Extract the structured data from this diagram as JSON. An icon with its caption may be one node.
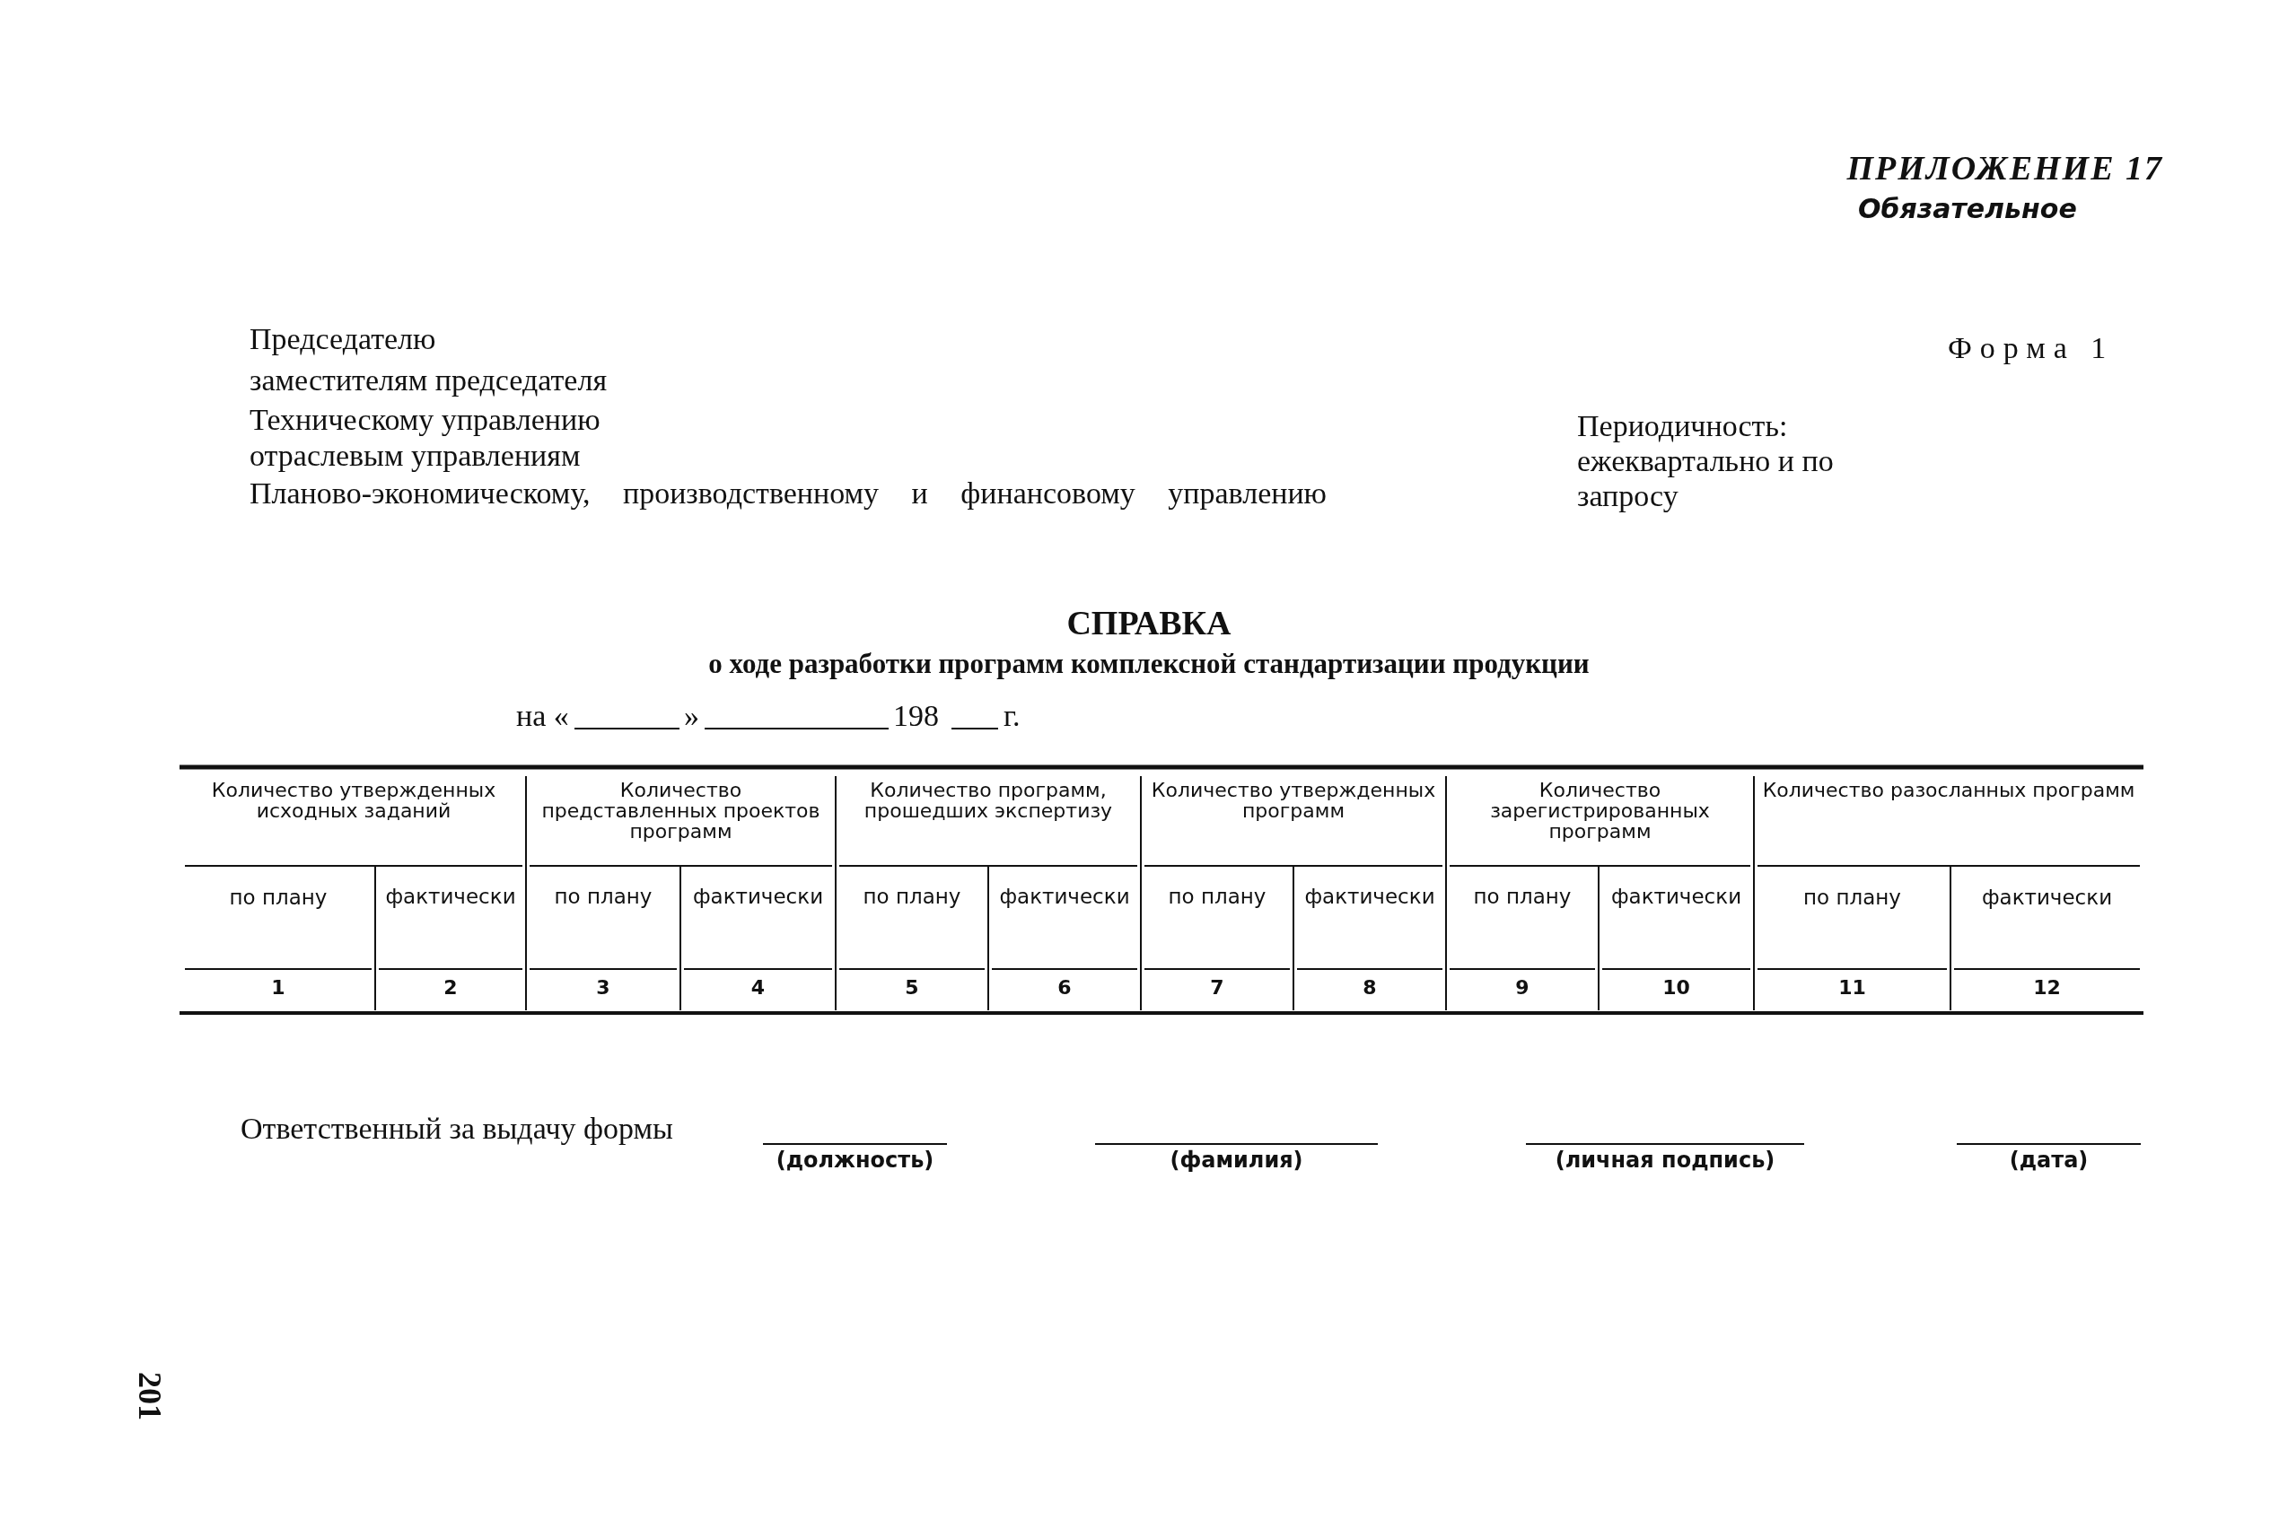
{
  "diagram": {
    "title": "СПРАВКА",
    "labels": [
      "ПРИЛОЖЕНИЕ 17",
      "Обязательное",
      "Председателю",
      "Форма 1",
      "заместителям председателя",
      "Техническому управлению",
      "Периодичность: ежеквартально и по запросу",
      "отраслевым управлениям",
      "Планово-экономическому, производственному и финансовому управлению",
      "о ходе разработки программ комплексной стандартизации продукции",
      "на «",
      "»",
      "198",
      "г.",
      "Количество утвержденных исходных заданий",
      "Количество представленных проектов программ",
      "Количество программ, прошедших экспертизу",
      "Количество утвержденных программ",
      "Количество зарегистрированных программ",
      "Количество разосланных программ",
      "по плану",
      "фактически",
      "по плану",
      "фактически",
      "по плану",
      "фактически",
      "по плану",
      "фактически",
      "по плану",
      "фактически",
      "по плану",
      "фактически",
      "1",
      "2",
      "3",
      "4",
      "5",
      "6",
      "7",
      "8",
      "9",
      "10",
      "11",
      "12",
      "Ответственный за выдачу формы",
      "(должность)",
      "(фамилия)",
      "(личная подпись)",
      "(дата)",
      "201"
    ]
  }
}
